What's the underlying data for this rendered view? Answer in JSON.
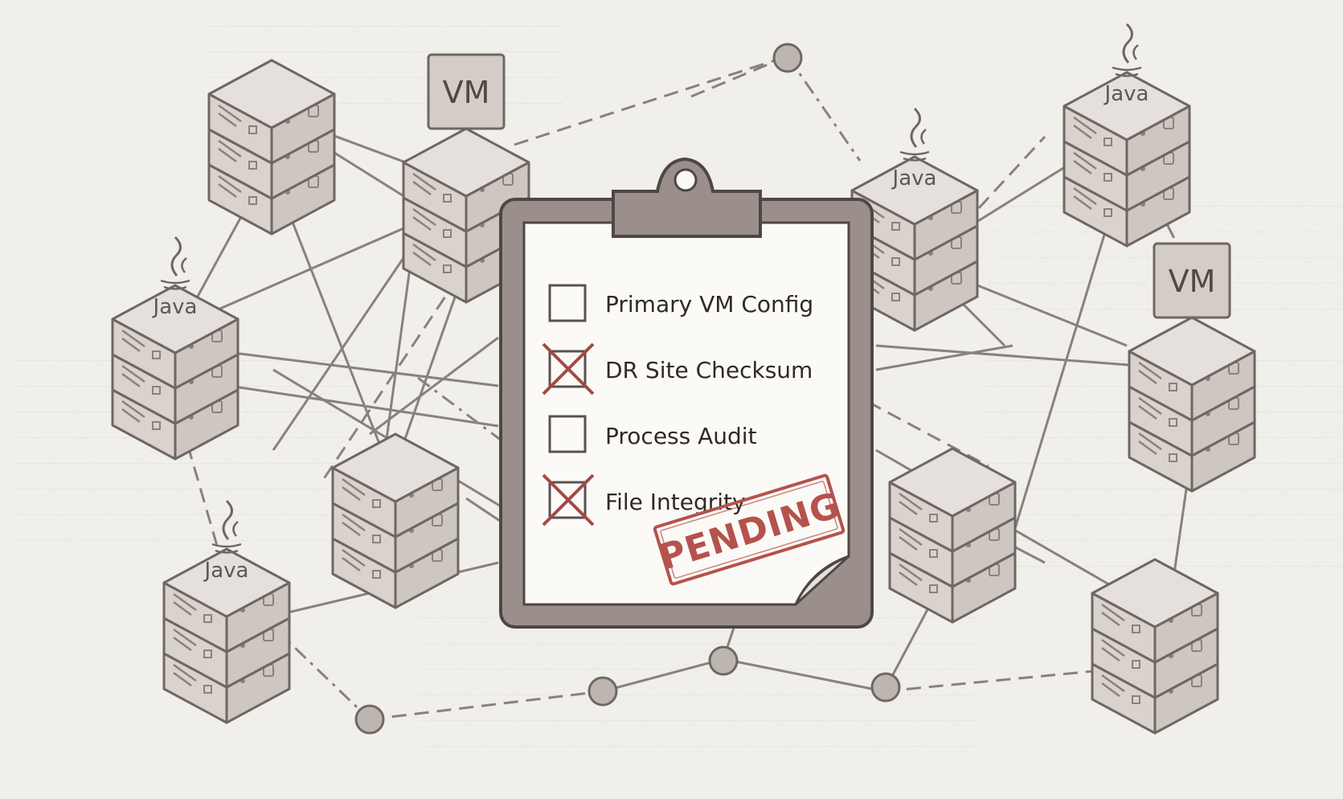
{
  "checklist": {
    "items": [
      {
        "label": "Primary VM Config",
        "checked": false
      },
      {
        "label": "DR Site Checksum",
        "checked": true
      },
      {
        "label": "Process Audit",
        "checked": false
      },
      {
        "label": "File Integrity",
        "checked": true
      }
    ],
    "stamp": "PENDING"
  },
  "labels": {
    "java": "Java",
    "vm": "VM"
  },
  "colors": {
    "background": "#f1efea",
    "server_face": "#d9d2cd",
    "server_top": "#e6e0dc",
    "stroke": "#6f6764",
    "clipboard": "#9a8f8b",
    "cross_mark": "#a14a46",
    "stamp": "#b5524d"
  },
  "servers": [
    {
      "id": "server-1",
      "badge": "none"
    },
    {
      "id": "server-2",
      "badge": "vm"
    },
    {
      "id": "server-3",
      "badge": "java"
    },
    {
      "id": "server-4",
      "badge": "java"
    },
    {
      "id": "server-5",
      "badge": "none"
    },
    {
      "id": "server-6",
      "badge": "java"
    },
    {
      "id": "server-7",
      "badge": "java"
    },
    {
      "id": "server-8",
      "badge": "vm"
    },
    {
      "id": "server-9",
      "badge": "none"
    },
    {
      "id": "server-10",
      "badge": "none"
    }
  ]
}
